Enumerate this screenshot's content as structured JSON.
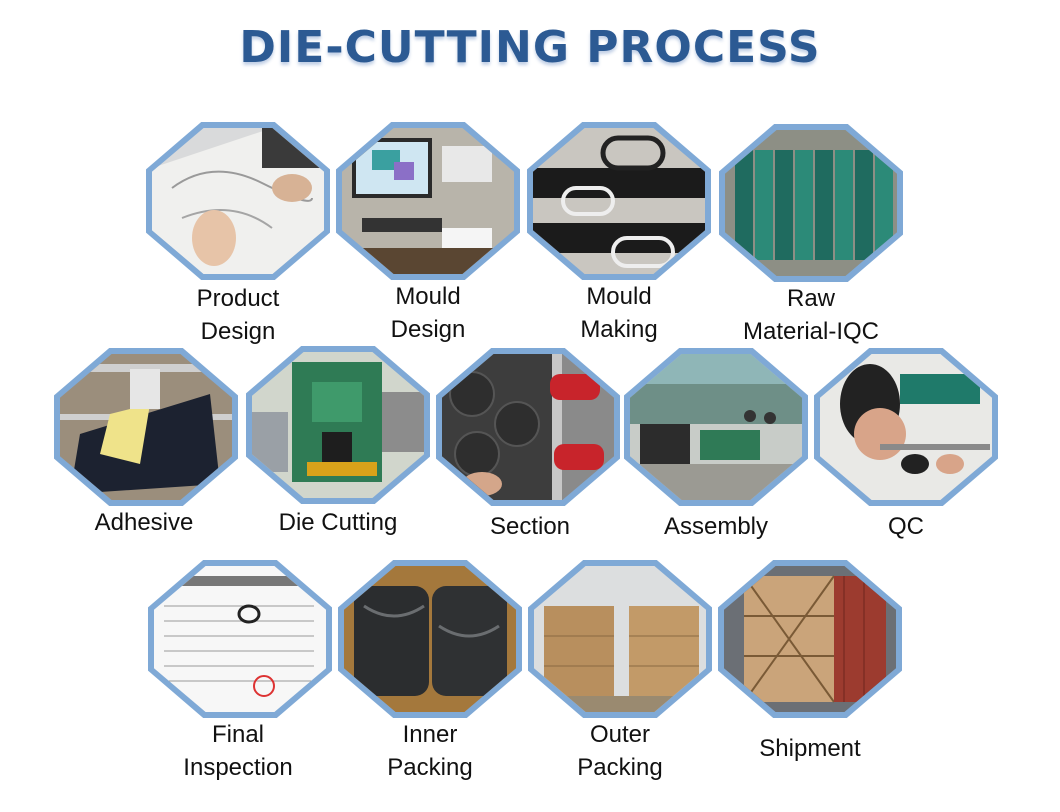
{
  "title": "DIE-CUTTING PROCESS",
  "colors": {
    "title": "#2c5a93",
    "frame": "#7fa9d6"
  },
  "steps": [
    {
      "icon": "sketching-hand-photo",
      "lines": [
        "Product",
        "Design"
      ]
    },
    {
      "icon": "computer-cad-photo",
      "lines": [
        "Mould",
        "Design"
      ]
    },
    {
      "icon": "die-mould-photo",
      "lines": [
        "Mould",
        "Making"
      ]
    },
    {
      "icon": "material-rolls-photo",
      "lines": [
        "Raw",
        "Material-IQC"
      ]
    },
    {
      "icon": "adhesive-machine-photo",
      "lines": [
        "Adhesive"
      ]
    },
    {
      "icon": "press-machine-photo",
      "lines": [
        "Die Cutting"
      ]
    },
    {
      "icon": "rubber-sheet-photo",
      "lines": [
        "Section"
      ]
    },
    {
      "icon": "factory-floor-photo",
      "lines": [
        "Assembly"
      ]
    },
    {
      "icon": "caliper-inspection-photo",
      "lines": [
        "QC"
      ]
    },
    {
      "icon": "inspection-report-photo",
      "lines": [
        "Final",
        "Inspection"
      ]
    },
    {
      "icon": "plastic-bags-photo",
      "lines": [
        "Inner",
        "Packing"
      ]
    },
    {
      "icon": "carton-pallets-photo",
      "lines": [
        "Outer",
        "Packing"
      ]
    },
    {
      "icon": "shipping-container-photo",
      "lines": [
        "Shipment"
      ]
    }
  ]
}
